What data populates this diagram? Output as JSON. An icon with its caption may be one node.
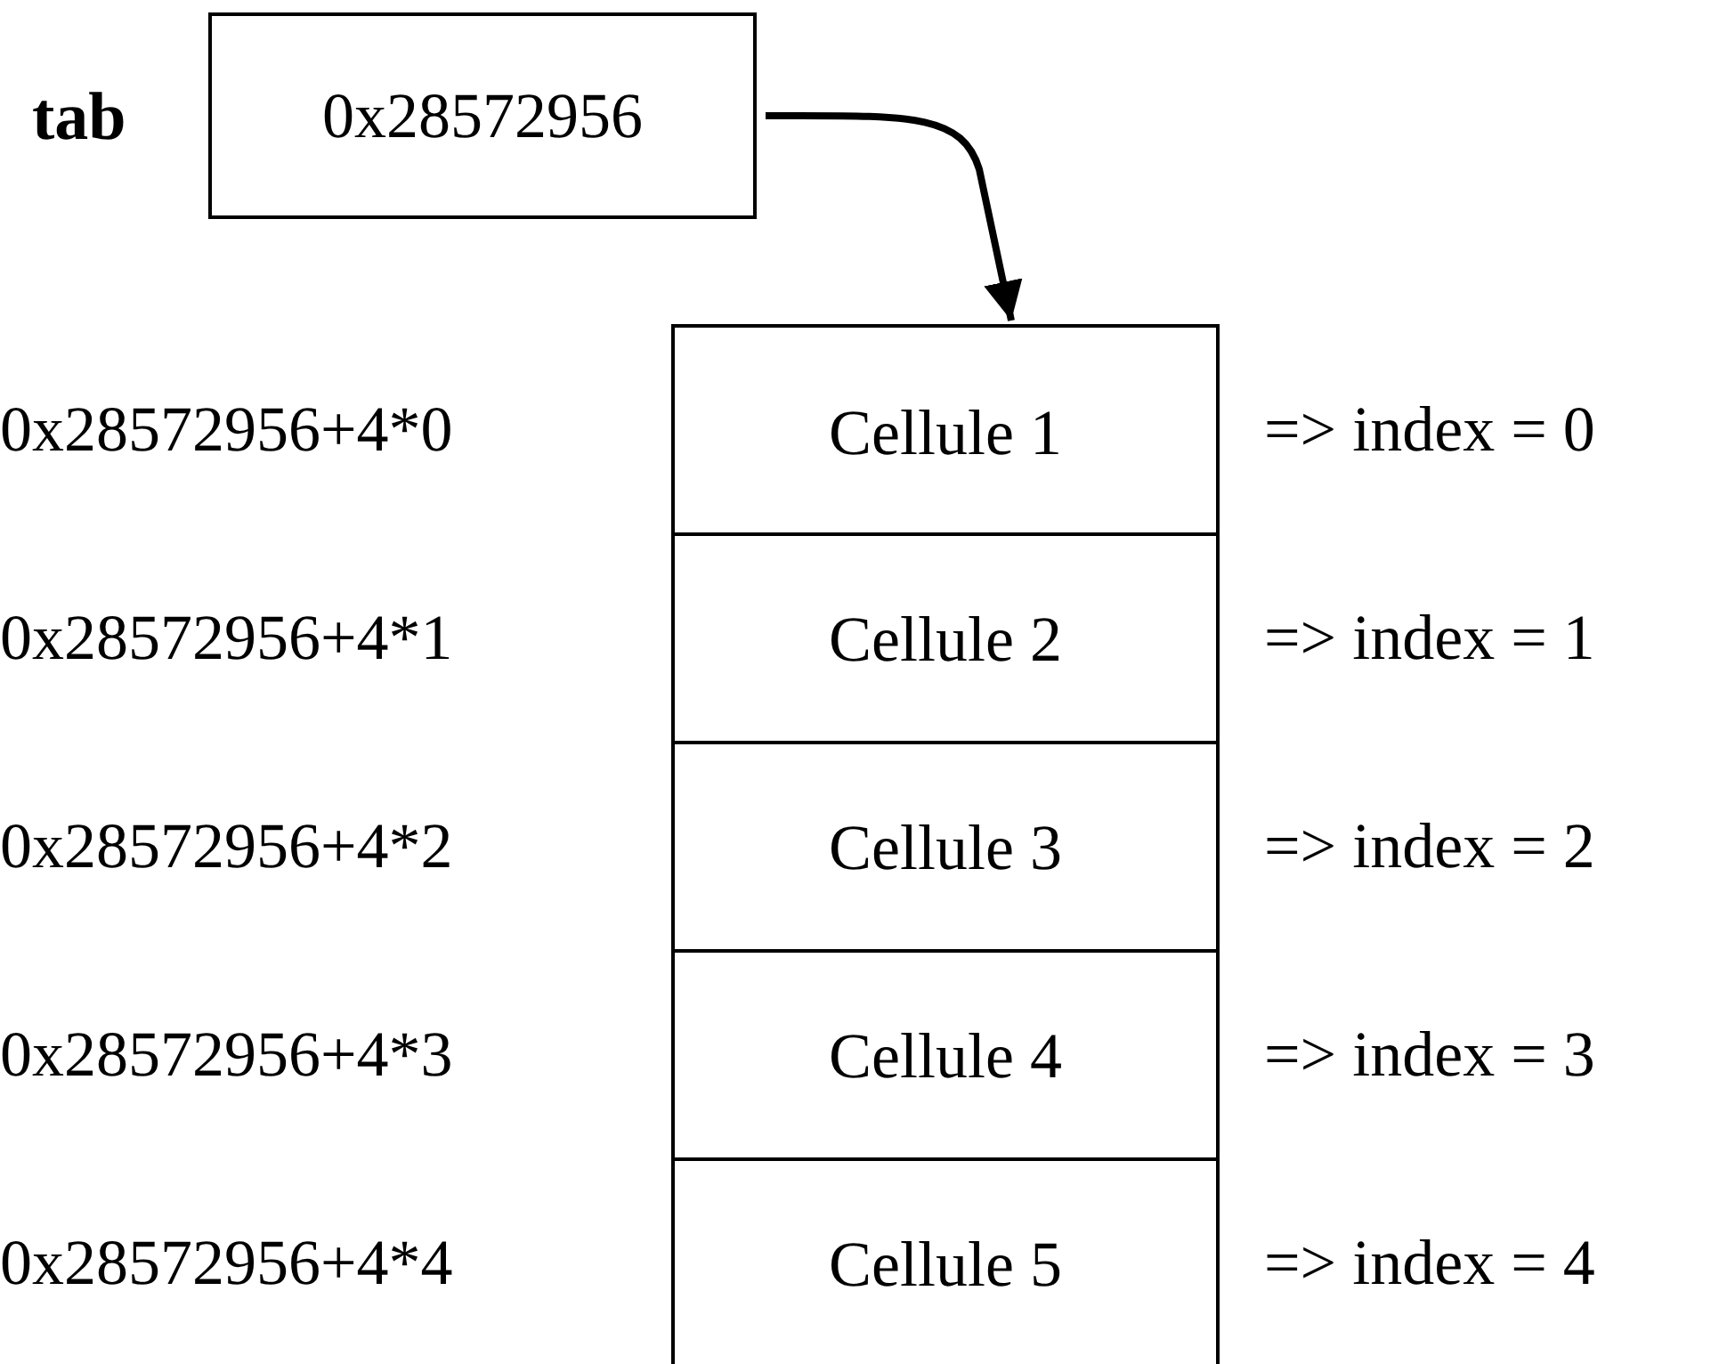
{
  "diagram": {
    "nodes": [
      {
        "text": [
          "0x28572956"
        ],
        "beside": [
          "tab"
        ]
      },
      {
        "text": [],
        "shape": "box"
      },
      {
        "text": [
          "Cellule 1"
        ],
        "in": 1
      },
      {
        "text": [
          "Cellule 2"
        ],
        "in": 1
      },
      {
        "text": [
          "Cellule 3"
        ],
        "in": 1
      },
      {
        "text": [
          "Cellule 4"
        ],
        "in": 1
      },
      {
        "text": [
          "Cellule 5"
        ],
        "in": 1
      }
    ],
    "edges": [
      {
        "from": 0,
        "to": 1,
        "arrow": "to"
      }
    ],
    "labels": [
      "0x28572956+4*0",
      "=> index = 0",
      "0x28572956+4*1",
      "=> index = 1",
      "0x28572956+4*2",
      "=> index = 2",
      "0x28572956+4*3",
      "=> index = 3",
      "0x28572956+4*4",
      "=> index = 4"
    ]
  }
}
